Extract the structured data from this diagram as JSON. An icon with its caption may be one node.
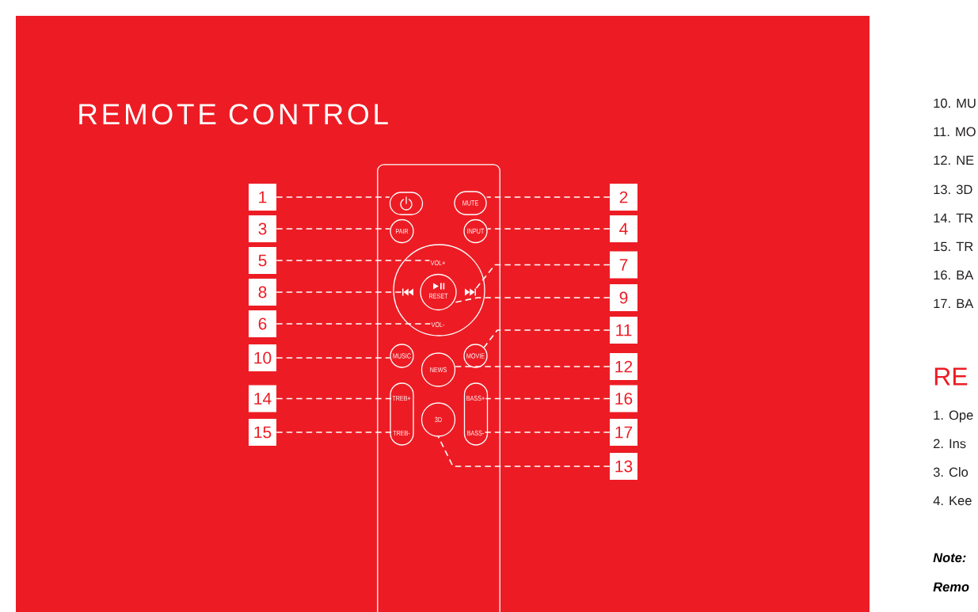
{
  "diagram": {
    "title": "REMOTE CONTROL",
    "nodes": [
      {
        "text": [],
        "shape": "box"
      },
      {
        "text": [],
        "shape": "oval",
        "in": 0
      },
      {
        "text": [
          "MUTE"
        ],
        "in": 0
      },
      {
        "text": [
          "PAIR"
        ],
        "in": 0
      },
      {
        "text": [
          "INPUT"
        ],
        "in": 0
      },
      {
        "text": [],
        "shape": "circle",
        "in": 0
      },
      {
        "text": [
          "VOL+"
        ],
        "in": 5
      },
      {
        "text": [],
        "shape": "picture",
        "in": 5
      },
      {
        "text": [
          "RESET"
        ],
        "in": 5
      },
      {
        "text": [],
        "shape": "picture",
        "in": 5
      },
      {
        "text": [
          "VOL-"
        ],
        "in": 5
      },
      {
        "text": [
          "MUSIC"
        ],
        "in": 0
      },
      {
        "text": [
          "MOVIE"
        ],
        "in": 0
      },
      {
        "text": [
          "NEWS"
        ],
        "in": 0
      },
      {
        "text": [],
        "shape": "oval",
        "in": 0
      },
      {
        "text": [
          "TREB+"
        ],
        "in": 14
      },
      {
        "text": [
          "TREB-"
        ],
        "in": 14
      },
      {
        "text": [
          "3D"
        ],
        "in": 0
      },
      {
        "text": [],
        "shape": "oval",
        "in": 0
      },
      {
        "text": [
          "BASS+"
        ],
        "in": 18
      },
      {
        "text": [
          "BASS-"
        ],
        "in": 18
      },
      {
        "text": [
          "1"
        ]
      },
      {
        "text": [
          "2"
        ]
      },
      {
        "text": [
          "3"
        ]
      },
      {
        "text": [
          "4"
        ]
      },
      {
        "text": [
          "5"
        ]
      },
      {
        "text": [
          "6"
        ]
      },
      {
        "text": [
          "7"
        ]
      },
      {
        "text": [
          "8"
        ]
      },
      {
        "text": [
          "9"
        ]
      },
      {
        "text": [
          "10"
        ]
      },
      {
        "text": [
          "11"
        ]
      },
      {
        "text": [
          "12"
        ]
      },
      {
        "text": [
          "13"
        ]
      },
      {
        "text": [
          "14"
        ]
      },
      {
        "text": [
          "15"
        ]
      },
      {
        "text": [
          "16"
        ]
      },
      {
        "text": [
          "17"
        ]
      }
    ],
    "edges": [
      {
        "from": 21,
        "to": 1,
        "arrow": "none",
        "style": "dashed"
      },
      {
        "from": 22,
        "to": 2,
        "arrow": "none",
        "style": "dashed"
      },
      {
        "from": 23,
        "to": 3,
        "arrow": "none",
        "style": "dashed"
      },
      {
        "from": 24,
        "to": 4,
        "arrow": "none",
        "style": "dashed"
      },
      {
        "from": 25,
        "to": 6,
        "arrow": "none",
        "style": "dashed"
      },
      {
        "from": 26,
        "to": 10,
        "arrow": "none",
        "style": "dashed"
      },
      {
        "from": 27,
        "to": 9,
        "arrow": "none",
        "style": "dashed"
      },
      {
        "from": 28,
        "to": 7,
        "arrow": "none",
        "style": "dashed"
      },
      {
        "from": 29,
        "to": 8,
        "arrow": "none",
        "style": "dashed"
      },
      {
        "from": 30,
        "to": 11,
        "arrow": "none",
        "style": "dashed"
      },
      {
        "from": 31,
        "to": 12,
        "arrow": "none",
        "style": "dashed"
      },
      {
        "from": 32,
        "to": 13,
        "arrow": "none",
        "style": "dashed"
      },
      {
        "from": 33,
        "to": 17,
        "arrow": "none",
        "style": "dashed"
      },
      {
        "from": 34,
        "to": 15,
        "arrow": "none",
        "style": "dashed"
      },
      {
        "from": 35,
        "to": 16,
        "arrow": "none",
        "style": "dashed"
      },
      {
        "from": 36,
        "to": 19,
        "arrow": "none",
        "style": "dashed"
      },
      {
        "from": 37,
        "to": 20,
        "arrow": "none",
        "style": "dashed"
      }
    ],
    "labels": [
      "10. MU",
      "11. MO",
      "12. NE",
      "13. 3D",
      "14. TR",
      "15. TR",
      "16. BA",
      "17. BA",
      "RE",
      "1. Ope",
      "2. Ins",
      "3. Clo",
      "4. Kee",
      "Note:",
      "Remo"
    ]
  }
}
